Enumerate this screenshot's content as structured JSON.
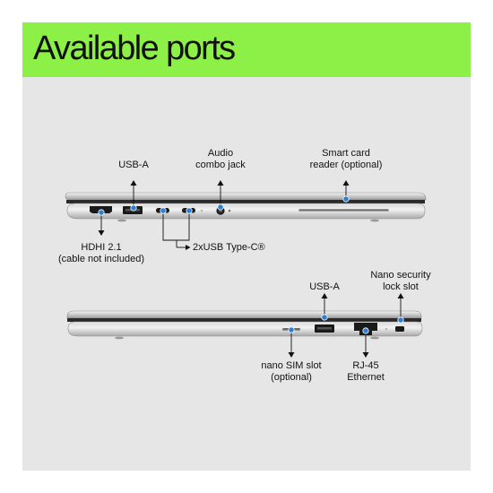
{
  "title": "Available ports",
  "colors": {
    "banner": "#8cf046",
    "background": "#e6e6e6",
    "callout": "#2f7fd1"
  },
  "laptop_left_side": {
    "labels": {
      "usb_a": "USB-A",
      "audio_line1": "Audio",
      "audio_line2": "combo jack",
      "smartcard_line1": "Smart card",
      "smartcard_line2": "reader (optional)",
      "hdmi_line1": "HDHI 2.1",
      "hdmi_line2": "(cable not included)",
      "usb_c": "2xUSB Type-C®"
    }
  },
  "laptop_right_side": {
    "labels": {
      "usb_a": "USB-A",
      "security_line1": "Nano security",
      "security_line2": "lock slot",
      "sim_line1": "nano SIM slot",
      "sim_line2": "(optional)",
      "rj45_line1": "RJ-45",
      "rj45_line2": "Ethernet"
    }
  }
}
